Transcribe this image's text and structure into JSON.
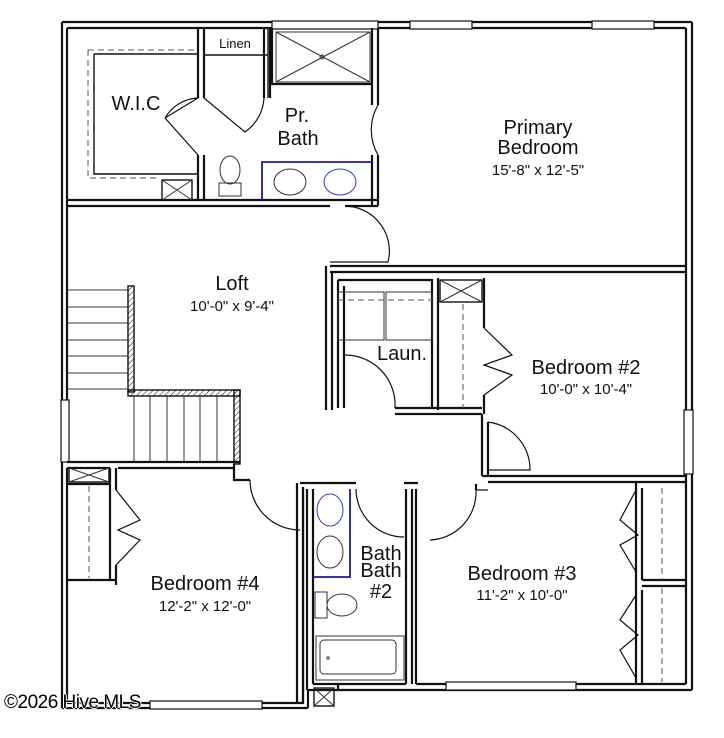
{
  "floor_plan": {
    "rooms": {
      "wic": {
        "name": "W.I.C"
      },
      "linen": {
        "name": "Linen"
      },
      "primary_bath": {
        "name_line1": "Pr.",
        "name_line2": "Bath"
      },
      "primary_bedroom": {
        "name_line1": "Primary",
        "name_line2": "Bedroom",
        "dimensions": "15'-8\" x 12'-5\""
      },
      "loft": {
        "name": "Loft",
        "dimensions": "10'-0\" x 9'-4\""
      },
      "laundry": {
        "name": "Laun."
      },
      "bedroom2": {
        "name": "Bedroom #2",
        "dimensions": "10'-0\" x 10'-4\""
      },
      "bedroom3": {
        "name": "Bedroom #3",
        "dimensions": "11'-2\" x 10'-0\""
      },
      "bedroom4": {
        "name": "Bedroom #4",
        "dimensions": "12'-2\" x 12'-0\""
      },
      "bath2": {
        "name_line1": "Bath",
        "name_line2": "Bath",
        "name_line3": "#2"
      }
    },
    "colors": {
      "wall": "#111111",
      "vanity_outline": "#1a1aa8",
      "background": "#ffffff"
    }
  },
  "watermark": {
    "text": "©2026 Hive MLS"
  }
}
